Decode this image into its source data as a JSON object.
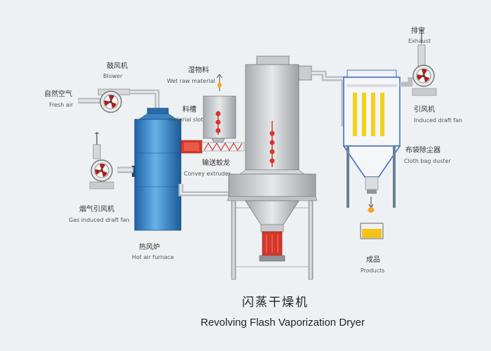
{
  "title": {
    "cn": "闪蒸干燥机",
    "en": "Revolving Flash Vaporization Dryer"
  },
  "labels": {
    "fresh_air": {
      "cn": "自然空气",
      "en": "Fresh air"
    },
    "blower": {
      "cn": "鼓风机",
      "en": "Blower"
    },
    "gas_fan": {
      "cn": "烟气引风机",
      "en": "Gas induced draft fan"
    },
    "hot_air_furnace": {
      "cn": "热风炉",
      "en": "Hot air furnace"
    },
    "wet_raw_material": {
      "cn": "湿物料",
      "en": "Wet raw material"
    },
    "material_slot": {
      "cn": "料槽",
      "en": "Material slot"
    },
    "convey_extruder": {
      "cn": "输送蛟龙",
      "en": "Convey extruder"
    },
    "exhaust": {
      "cn": "排空",
      "en": "Exhaust"
    },
    "induced_draft_fan": {
      "cn": "引风机",
      "en": "Induced draft fan"
    },
    "cloth_bag_duster": {
      "cn": "布袋除尘器",
      "en": "Cloth bag duster"
    },
    "products": {
      "cn": "成品",
      "en": "Products"
    }
  },
  "colors": {
    "furnace": "#2f86c8",
    "pipe": "#c9ced3",
    "steel": "#b8bcc0",
    "heat_red": "#d6372b",
    "bag_yellow": "#f2d21b",
    "duster_blue": "#3f6fc4"
  },
  "icons": [
    "fan-icon",
    "flame-icon"
  ]
}
